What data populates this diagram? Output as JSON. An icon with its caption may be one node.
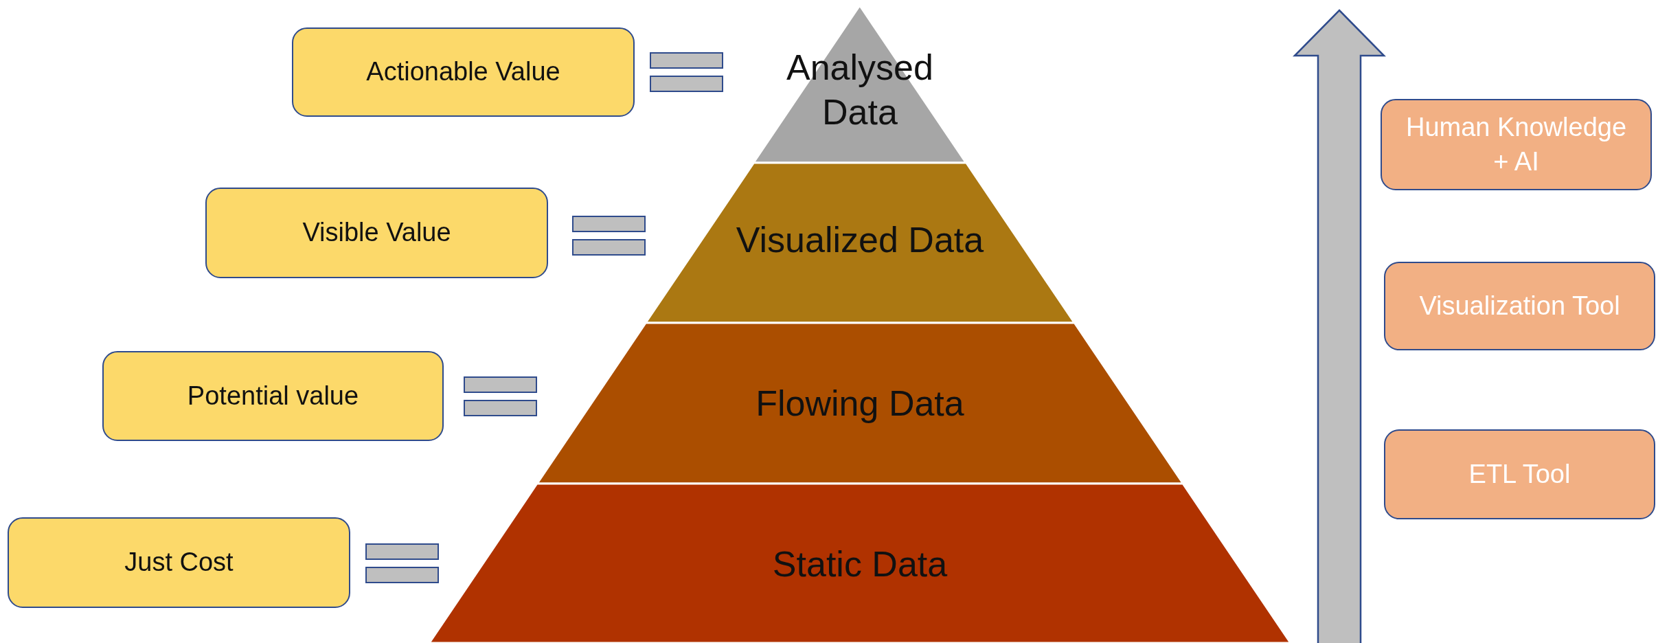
{
  "diagram": {
    "nodes": [
      {
        "text": [
          "Actionable Value"
        ]
      },
      {
        "text": [
          "Analysed Data"
        ]
      },
      {
        "text": [
          "Human Knowledge + AI"
        ]
      },
      {
        "text": [
          "Visible Value"
        ]
      },
      {
        "text": [
          "Visualized Data"
        ]
      },
      {
        "text": [
          "Visualization Tool"
        ]
      },
      {
        "text": [
          "Potential value"
        ]
      },
      {
        "text": [
          "Flowing Data"
        ]
      },
      {
        "text": [
          "ETL Tool"
        ]
      },
      {
        "text": [
          "Just Cost"
        ]
      },
      {
        "text": [
          "Static Data"
        ]
      }
    ]
  }
}
